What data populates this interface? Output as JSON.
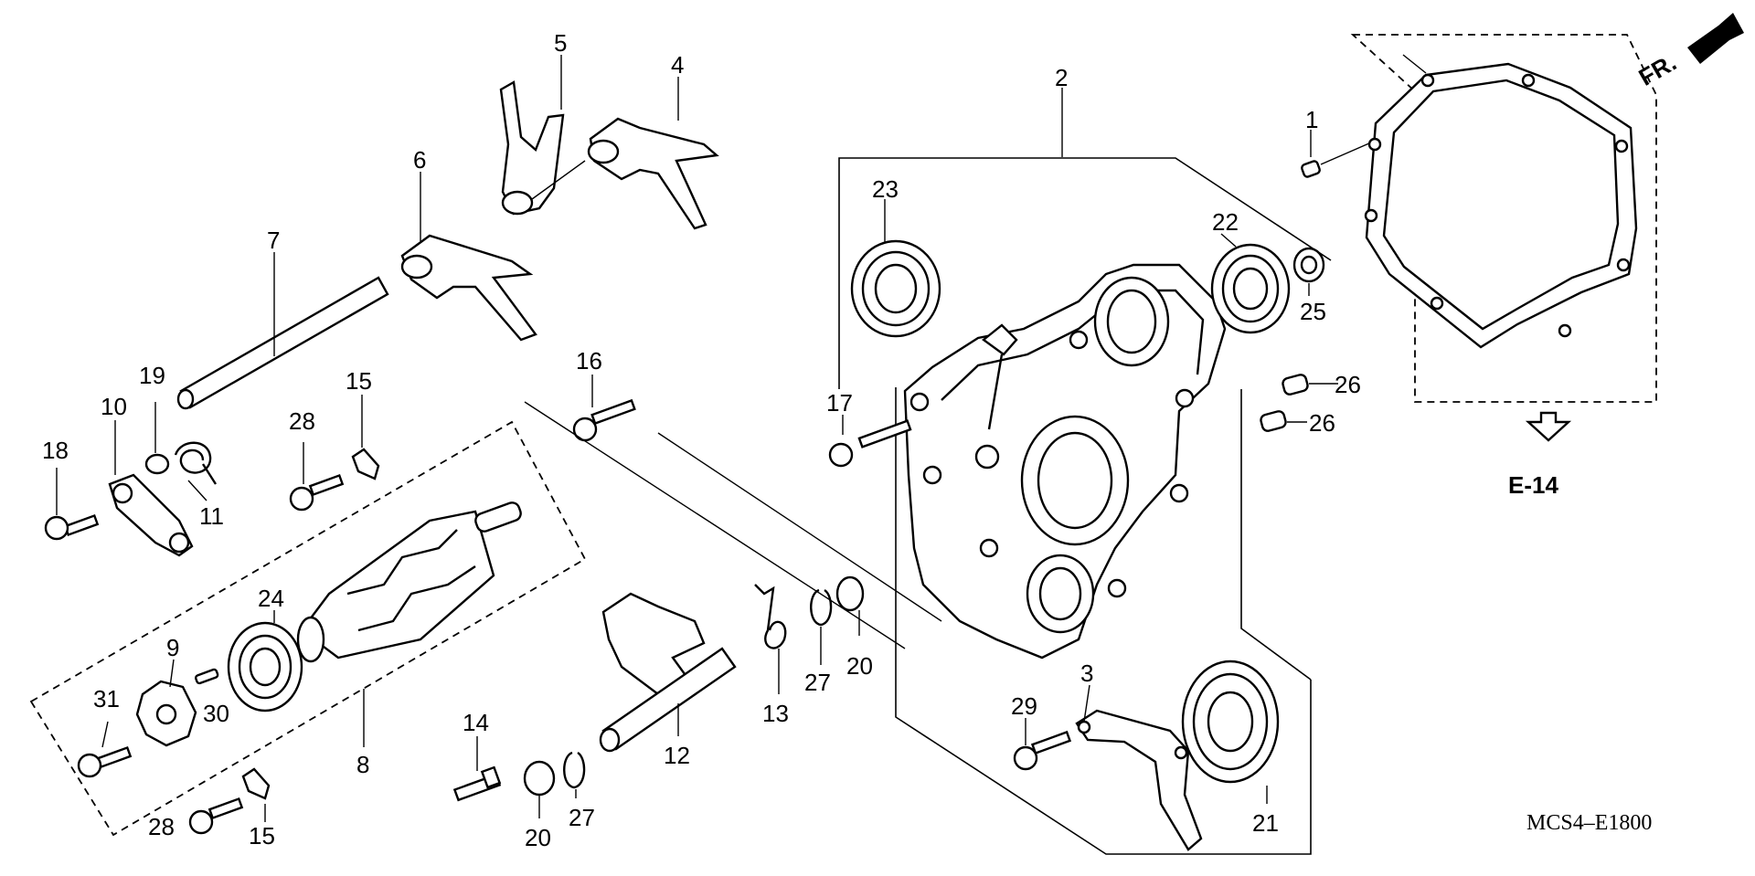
{
  "callouts": {
    "p1": "1",
    "p2": "2",
    "p3": "3",
    "p4": "4",
    "p5": "5",
    "p6": "6",
    "p7": "7",
    "p8": "8",
    "p9": "9",
    "p10": "10",
    "p11": "11",
    "p12": "12",
    "p13": "13",
    "p14": "14",
    "p15a": "15",
    "p15b": "15",
    "p16": "16",
    "p17": "17",
    "p18": "18",
    "p19": "19",
    "p20a": "20",
    "p20b": "20",
    "p21": "21",
    "p22": "22",
    "p23": "23",
    "p24": "24",
    "p25": "25",
    "p26a": "26",
    "p26b": "26",
    "p27a": "27",
    "p27b": "27",
    "p28a": "28",
    "p28b": "28",
    "p29": "29",
    "p30": "30",
    "p31": "31"
  },
  "front_indicator": "FR.",
  "section_ref": "E-14",
  "diagram_code": "MCS4–E1800"
}
